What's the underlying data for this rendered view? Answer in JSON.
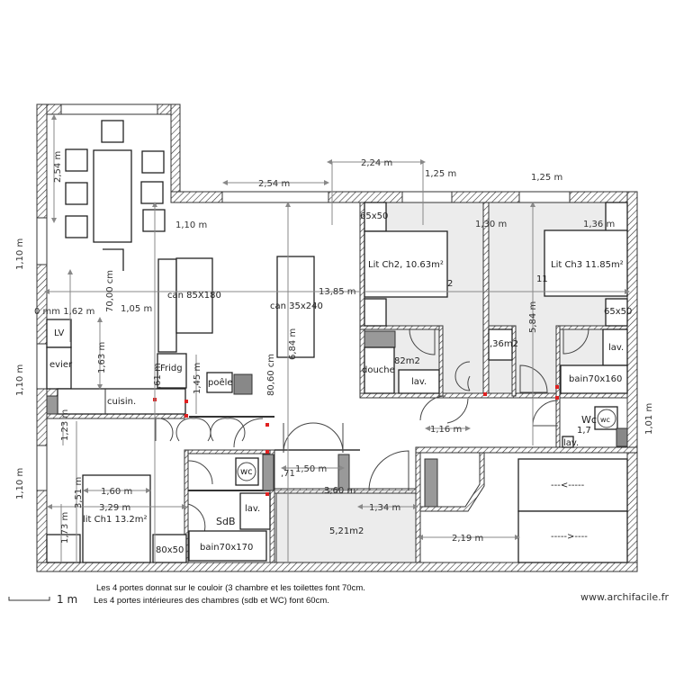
{
  "plan": {
    "rooms": {
      "ch2": "Lit Ch2, 10.63m²",
      "ch3": "Lit Ch3 11.85m²",
      "ch1": "lit Ch1 13.2m²",
      "corridor_area": "5,21m2",
      "sdb": "SdB",
      "wc_ch3": "Wc",
      "wc_ch3_area": "1,7",
      "ch2_area_fragment": "2",
      "ch3_area_fragment": "11",
      "ch2_bath_area": "82m2",
      "closet_area": ",36m2"
    },
    "furniture": {
      "sofa1": "can 85X180",
      "sofa2": "can 35x240",
      "lv": "LV",
      "evier": "evier",
      "fridge": "Fridg",
      "poele": "poêle",
      "cuisine": "cuisin.",
      "nightstand_ch2": "65x50",
      "nightstand_ch3": "65x50",
      "douche": "douche",
      "lav_ch2": "lav.",
      "lav_ch3": "lav.",
      "bain_ch3": "bain70x160",
      "wc_small": "wc",
      "wc_ch3": "wc",
      "lav_wc": "lav.",
      "lav_sdb": "lav.",
      "bain_sdb": "bain70x170",
      "nightstand_ch1": "80x50",
      "storage_top": "---<-----",
      "storage_bottom": "----->----"
    },
    "dimensions": {
      "d254_top": "2,54 m",
      "d254_vert": "2,54 m",
      "d224": "2,24 m",
      "d125a": "1,25 m",
      "d125b": "1,25 m",
      "d110_h": "1,10 m",
      "d130": "1,30 m",
      "d136": "1,36 m",
      "d110_left1": "1,10 m",
      "d110_left2": "1,10 m",
      "d110_left3": "1,10 m",
      "d70cm": "70,00 cm",
      "d162": "0 mm 1,62 m",
      "d105": "1,05 m",
      "d1385": "13,85 m",
      "d163": "1,63 m",
      "d684": "6,84 m",
      "d584": "5,84 m",
      "d145": "1,45 m",
      "d061": ",61 m",
      "d060": "80,60 cm",
      "d123": "1,23 m",
      "d351": "3,51 m",
      "d160": "1,60 m",
      "d329": "3,29 m",
      "d173": "1,73 m",
      "d150": "1,50 m",
      "d360": "3,60 m",
      "d134": "1,34 m",
      "d116": "1,16 m",
      "d219": "2,19 m",
      "d101": "1,01 m",
      "d71": ",71"
    },
    "notes": [
      "Les 4 portes donnat sur le couloir (3 chambre et les toilettes font 70cm.",
      "Les 4 portes intérieures des chambres (sdb et WC)  font 60cm."
    ],
    "scale_label": "1 m",
    "watermark": "www.archifacile.fr",
    "colors": {
      "room_fill": "#ececec",
      "wall_stroke": "#333333",
      "door_marker": "#e02020"
    }
  }
}
